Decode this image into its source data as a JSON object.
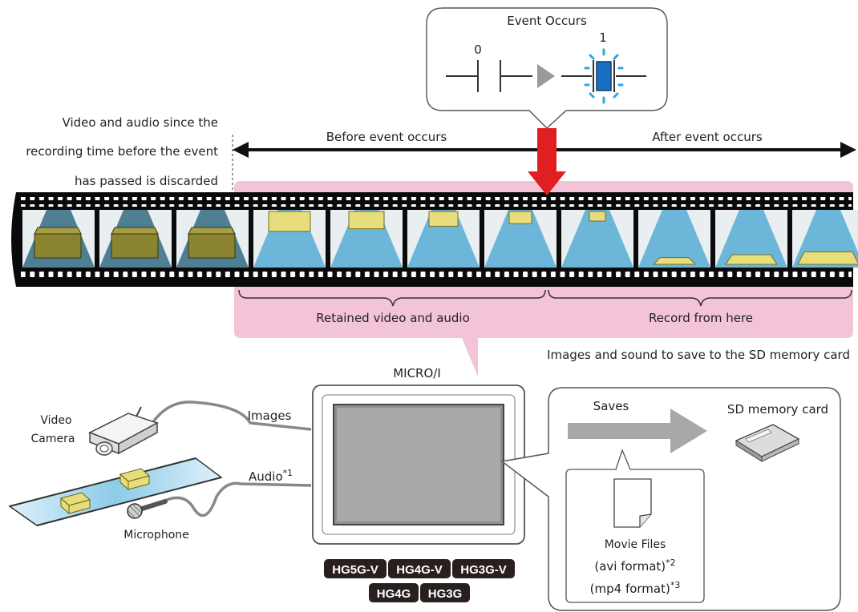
{
  "event": {
    "title": "Event Occurs",
    "state_before": "0",
    "state_after": "1"
  },
  "discard_note": [
    "Video and audio since the",
    "recording time before the event",
    "has passed is discarded"
  ],
  "timeline": {
    "before_label": "Before event occurs",
    "after_label": "After event occurs"
  },
  "brackets": {
    "retained_label": "Retained video and audio",
    "record_label": "Record from here"
  },
  "sd_caption": "Images and sound to save to the SD memory card",
  "device": {
    "name": "MICRO/I",
    "models": [
      "HG5G-V",
      "HG4G-V",
      "HG3G-V",
      "HG4G",
      "HG3G"
    ]
  },
  "inputs": {
    "camera_label_line1": "Video",
    "camera_label_line2": "Camera",
    "microphone_label": "Microphone",
    "images_label": "Images",
    "audio_label": "Audio",
    "audio_note": "*1"
  },
  "save_panel": {
    "saves_label": "Saves",
    "sd_card_label": "SD memory card",
    "file_title": "Movie Files",
    "avi_label": "(avi format)",
    "avi_note": "*2",
    "mp4_label": "(mp4 format)",
    "mp4_note": "*3"
  },
  "colors": {
    "highlight_pink": "#f3c4d8",
    "event_arrow_red": "#e02020",
    "discarded_frame": "#4e7f92",
    "retained_frame": "#6cb6d9",
    "object_yellow": "#e8dd7c",
    "lamp_blue": "#1a6fc2",
    "badge_dark": "#2a1f1f"
  }
}
